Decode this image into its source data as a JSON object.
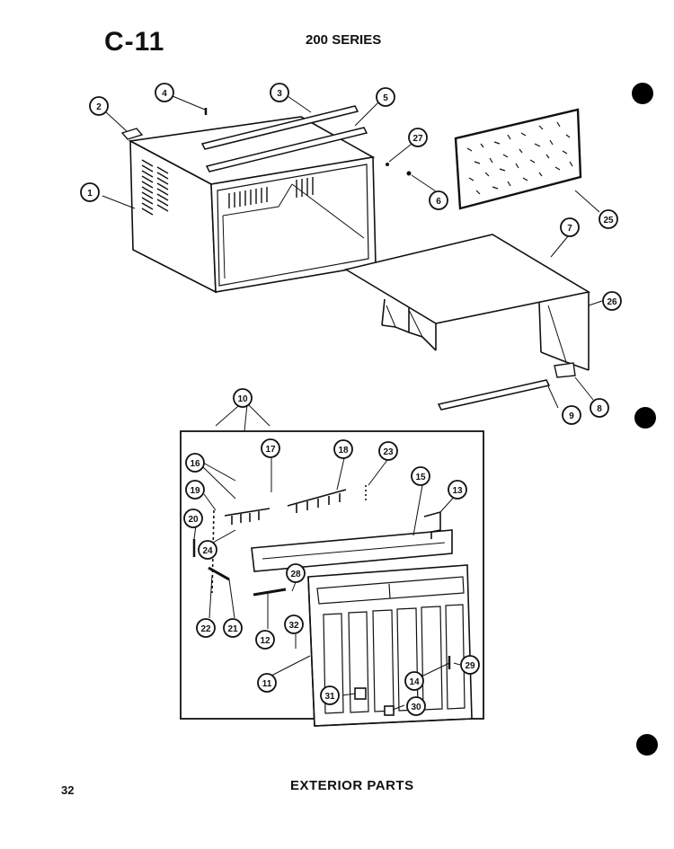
{
  "header": {
    "page_code": "C-11",
    "series": "200 SERIES"
  },
  "footer": {
    "page_number": "32",
    "title": "EXTERIOR PARTS"
  },
  "callouts": [
    "1",
    "2",
    "4",
    "3",
    "5",
    "27",
    "6",
    "25",
    "7",
    "26",
    "8",
    "9",
    "10",
    "16",
    "17",
    "18",
    "23",
    "15",
    "13",
    "19",
    "20",
    "24",
    "28",
    "22",
    "21",
    "12",
    "32",
    "11",
    "14",
    "29",
    "31",
    "30"
  ]
}
